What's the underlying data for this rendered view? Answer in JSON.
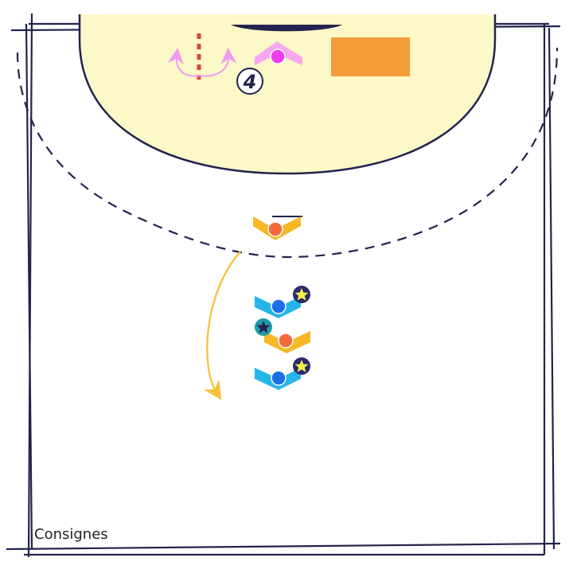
{
  "diagram": {
    "caption": "Consignes",
    "player_number": "4",
    "colors": {
      "court_line": "#23234f",
      "goal_area": "#fdf8c7",
      "goalkeeper": "#f03cf0",
      "goalkeeper_wing": "#f5a7f2",
      "attacker_wing": "#f6b826",
      "attacker_dot": "#f4693a",
      "defender_wing": "#26b5e8",
      "defender_dot": "#1c6fe8",
      "star_fill": "#f8f04a",
      "target_block": "#f39c3a",
      "pass_arrow": "#f6c23b",
      "goalie_arrows": "#ee9cee",
      "goal_post": "#d64545"
    },
    "icons": [
      "goalkeeper-icon",
      "attacker-icon",
      "defender-icon",
      "star-icon",
      "number-badge-icon",
      "target-block",
      "pass-arrow"
    ]
  }
}
